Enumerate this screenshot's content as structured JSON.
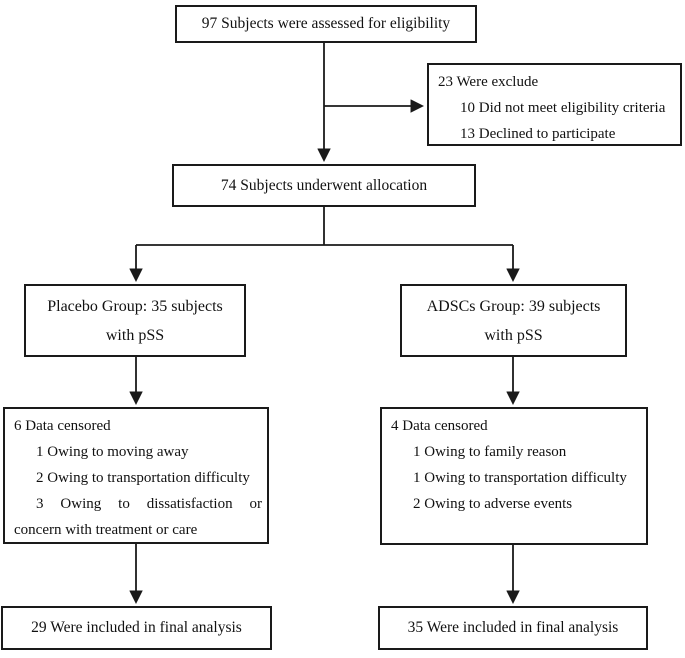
{
  "colors": {
    "line": "#1a1a1a",
    "background": "#ffffff"
  },
  "boxes": {
    "eligibility": {
      "text": "97 Subjects were assessed for eligibility"
    },
    "excluded": {
      "title": "23 Were exclude",
      "items": [
        "10 Did not meet eligibility criteria",
        "13 Declined to participate"
      ]
    },
    "allocation": {
      "text": "74 Subjects underwent allocation"
    },
    "placebo_group": {
      "line1": "Placebo Group: 35 subjects",
      "line2": "with pSS"
    },
    "adscs_group": {
      "line1": "ADSCs Group: 39 subjects",
      "line2": "with pSS"
    },
    "placebo_censored": {
      "title": "6 Data censored",
      "items": [
        "1 Owing to moving away",
        "2 Owing to transportation difficulty"
      ],
      "wrapped_item": {
        "line1": "3 Owing to dissatisfaction or",
        "line2": "concern with treatment or care"
      }
    },
    "adscs_censored": {
      "title": "4 Data censored",
      "items": [
        "1 Owing to family reason",
        "1 Owing to transportation difficulty",
        "2 Owing to adverse events"
      ]
    },
    "placebo_final": {
      "text": "29 Were included in final analysis"
    },
    "adscs_final": {
      "text": "35 Were included in final analysis"
    }
  }
}
